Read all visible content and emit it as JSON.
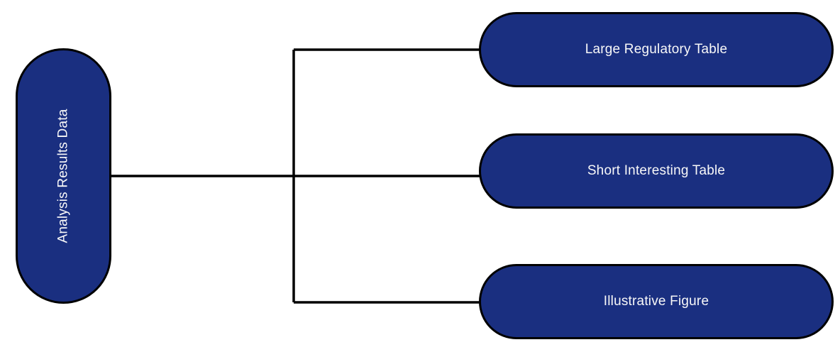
{
  "diagram": {
    "type": "flowchart-left-to-right",
    "colors": {
      "background": "#ffffff",
      "node_fill": "#1a2f80",
      "node_border": "#000000",
      "node_text": "#f8f8f8",
      "connector": "#000000"
    },
    "root": {
      "label": "Analysis Results Data"
    },
    "children": [
      {
        "label": "Large Regulatory Table"
      },
      {
        "label": "Short Interesting Table"
      },
      {
        "label": "Illustrative Figure"
      }
    ]
  }
}
